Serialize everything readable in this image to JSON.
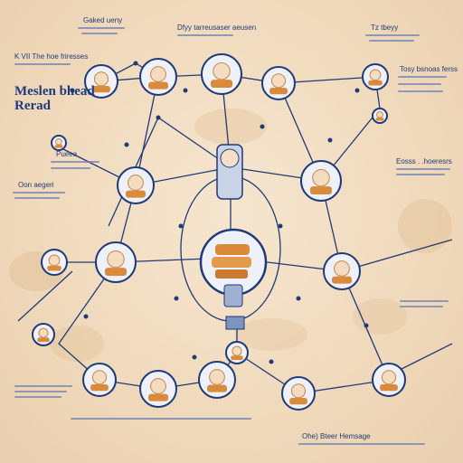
{
  "labels": {
    "top_center_left": "Gaked ueny",
    "top_center": "Dfyy tarreusaser aeusen",
    "top_right": "Tz tbeyy",
    "left_heading": "K VII The hoe friresses",
    "left_title_line1": "Meslen bhead",
    "left_title_line2": "Rerad",
    "right_upper": "Tosy bsnoas ferss",
    "left_mid_small": "Pueee",
    "left_mid": "Oon aegeri",
    "right_mid": "Eosss . .hoeresrs",
    "bottom_right": "Ohe) Bteer Hemsage"
  },
  "colors": {
    "background": "#f1dcc0",
    "line": "#1f3a78",
    "accent": "#d98a3a",
    "node_fill": "#eef2f8"
  },
  "icons": [
    "person-icon",
    "baker-icon",
    "coffee-cup-icon",
    "chef-icon",
    "bread-icon",
    "cook-icon",
    "laptop-icon",
    "box-icon",
    "monitor-icon",
    "reader-icon"
  ]
}
